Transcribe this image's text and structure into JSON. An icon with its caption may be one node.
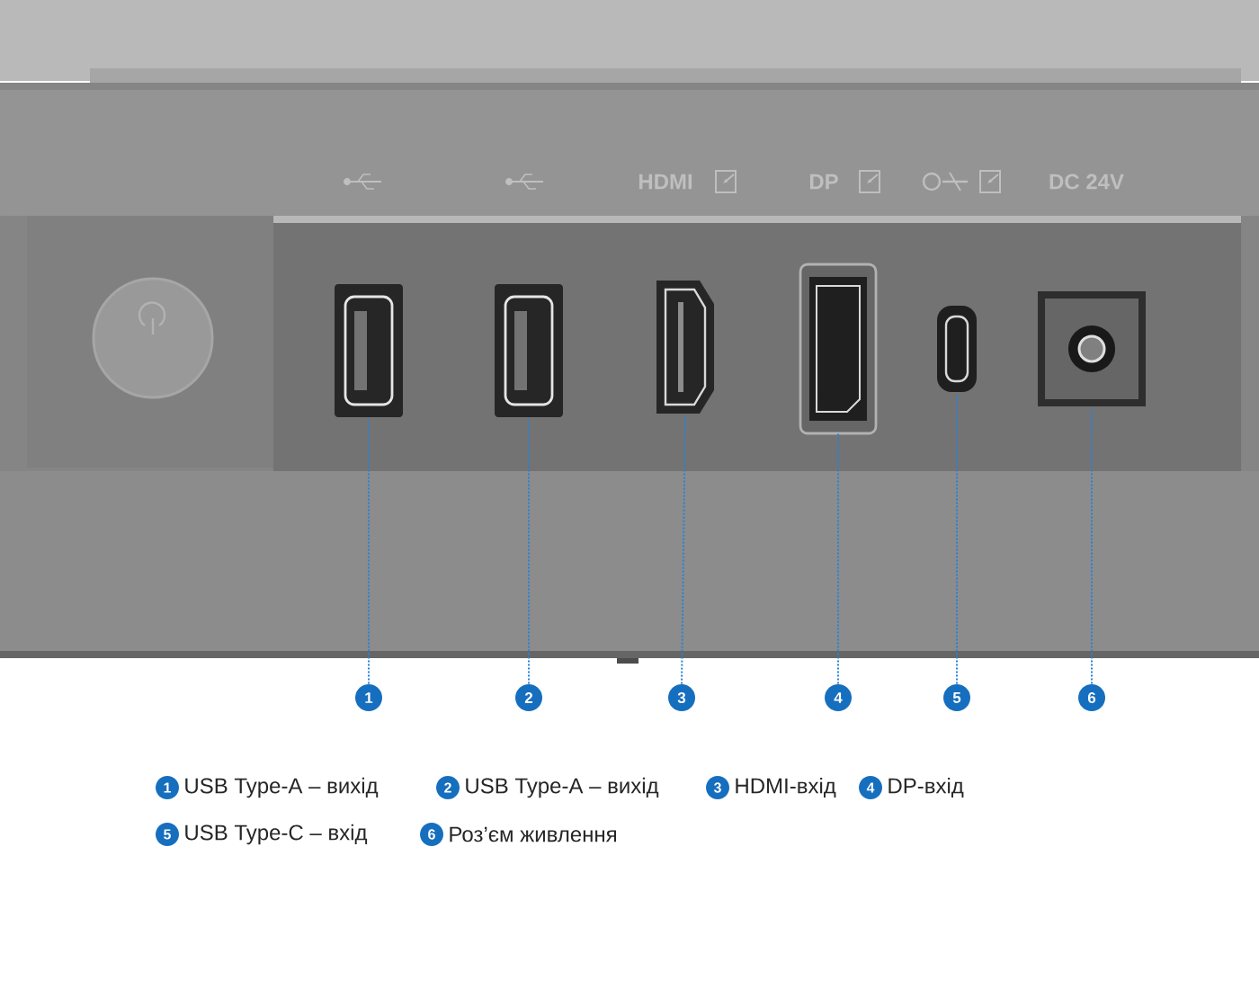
{
  "diagram": {
    "nodes": [
      {
        "text": [
          "1"
        ]
      },
      {
        "text": [
          "2"
        ]
      },
      {
        "text": [
          "3"
        ]
      },
      {
        "text": [
          "4"
        ]
      },
      {
        "text": [
          "5"
        ]
      },
      {
        "text": [
          "6"
        ]
      },
      {
        "text": [],
        "shape": "picture"
      },
      {
        "text": [],
        "shape": "picture"
      },
      {
        "text": [],
        "shape": "picture"
      },
      {
        "text": [],
        "shape": "picture"
      },
      {
        "text": [],
        "shape": "picture"
      },
      {
        "text": [],
        "shape": "picture"
      }
    ],
    "edges": [
      {
        "from": 0,
        "to": 6,
        "arrow": "none",
        "style": "dashed"
      },
      {
        "from": 1,
        "to": 7,
        "arrow": "none",
        "style": "dashed"
      },
      {
        "from": 2,
        "to": 8,
        "arrow": "none",
        "style": "dashed"
      },
      {
        "from": 3,
        "to": 9,
        "arrow": "none",
        "style": "dashed"
      },
      {
        "from": 4,
        "to": 10,
        "arrow": "none",
        "style": "dashed"
      },
      {
        "from": 5,
        "to": 11,
        "arrow": "none",
        "style": "dashed"
      }
    ],
    "labels": [
      "HDMI",
      "DP",
      "DC 24V",
      "1",
      "USB Type-A – вихід",
      "2",
      "USB Type-A – вихід",
      "3",
      "HDMI-вхід",
      "4",
      "DP-вхід",
      "5",
      "USB Type-C – вхід",
      "6",
      "Роз’єм живлення"
    ]
  }
}
